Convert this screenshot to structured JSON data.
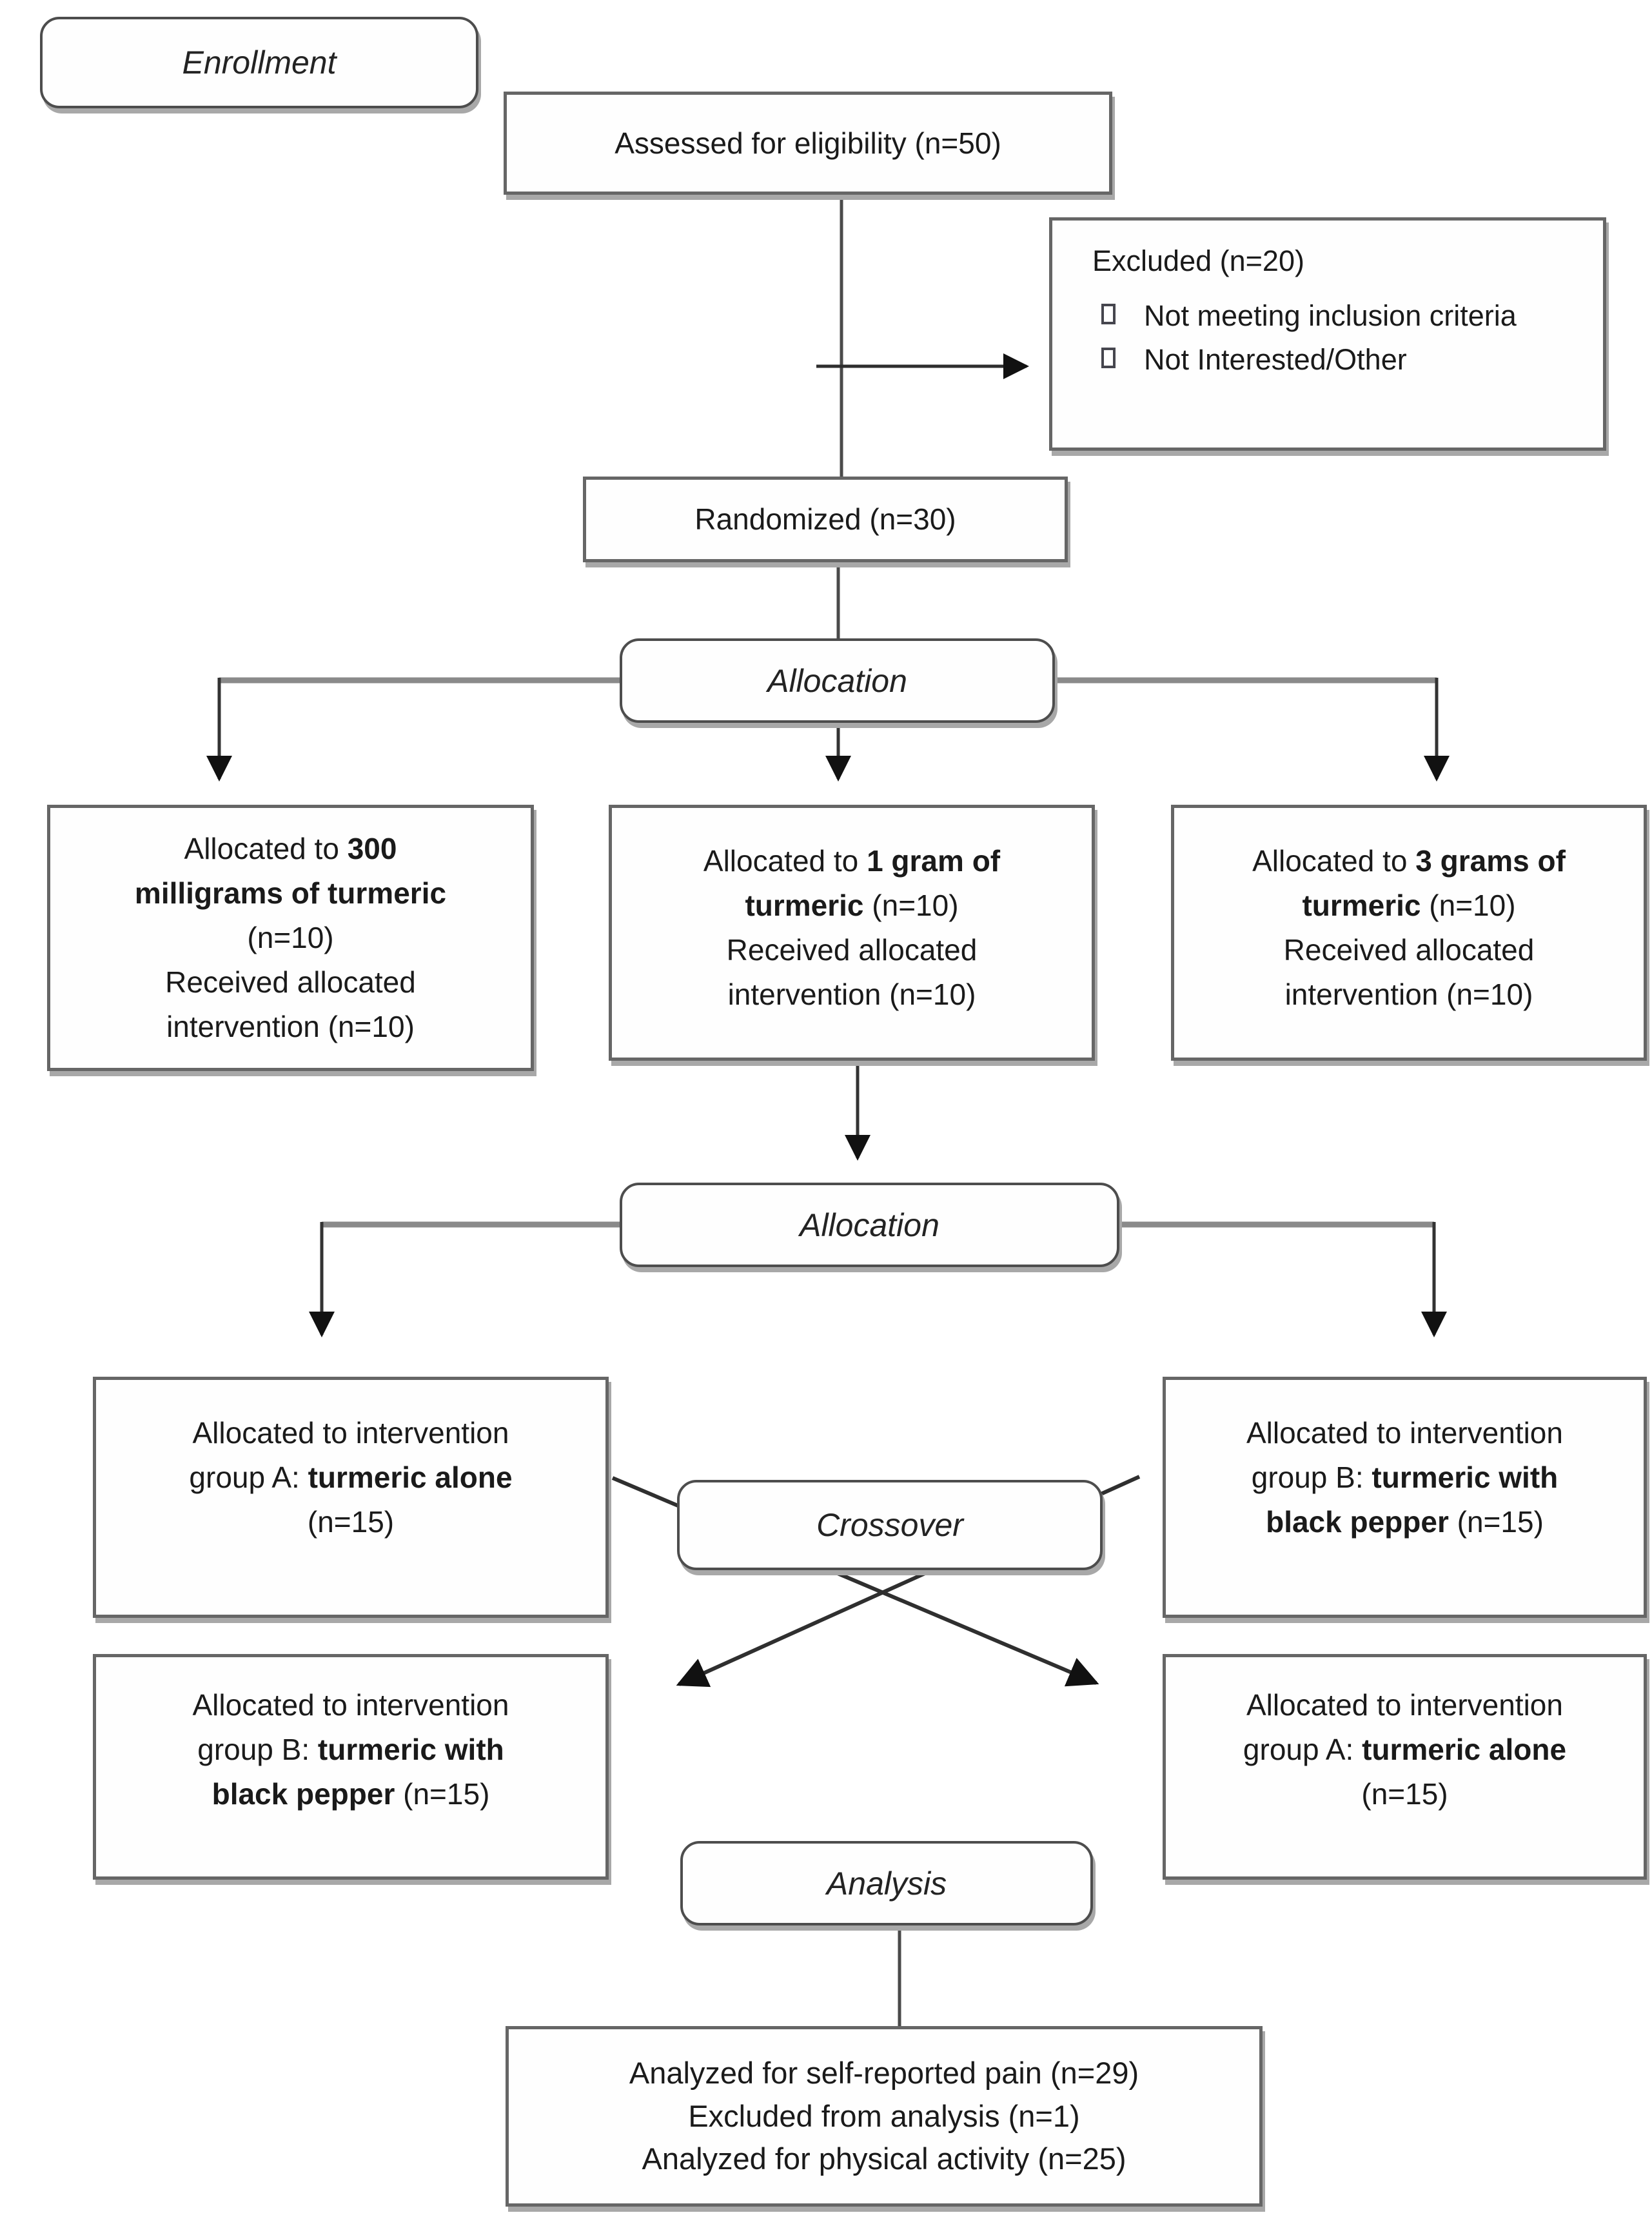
{
  "stages": {
    "enrollment": "Enrollment",
    "allocation_first": "Allocation",
    "allocation_second": "Allocation",
    "crossover": "Crossover",
    "analysis": "Analysis"
  },
  "boxes": {
    "assessed": "Assessed for eligibility (n=50)",
    "randomized": "Randomized (n=30)",
    "excluded": {
      "title": "Excluded (n=20)",
      "bullets": [
        "Not meeting inclusion criteria",
        "Not Interested/Other"
      ]
    },
    "alloc_300mg": {
      "lines": [
        [
          {
            "t": "Allocated to ",
            "b": false
          },
          {
            "t": "300",
            "b": true
          }
        ],
        [
          {
            "t": "milligrams of turmeric",
            "b": true
          }
        ],
        [
          {
            "t": "(n=10)",
            "b": false
          }
        ],
        [
          {
            "t": "Received allocated",
            "b": false
          }
        ],
        [
          {
            "t": "intervention (n=10)",
            "b": false
          }
        ]
      ]
    },
    "alloc_1g": {
      "lines": [
        [
          {
            "t": "Allocated to ",
            "b": false
          },
          {
            "t": "1 gram of",
            "b": true
          }
        ],
        [
          {
            "t": "turmeric",
            "b": true
          },
          {
            "t": " (n=10)",
            "b": false
          }
        ],
        [
          {
            "t": "Received allocated",
            "b": false
          }
        ],
        [
          {
            "t": "intervention (n=10)",
            "b": false
          }
        ]
      ]
    },
    "alloc_3g": {
      "lines": [
        [
          {
            "t": "Allocated to ",
            "b": false
          },
          {
            "t": "3 grams of",
            "b": true
          }
        ],
        [
          {
            "t": "turmeric",
            "b": true
          },
          {
            "t": " (n=10)",
            "b": false
          }
        ],
        [
          {
            "t": "Received allocated",
            "b": false
          }
        ],
        [
          {
            "t": "intervention (n=10)",
            "b": false
          }
        ]
      ]
    },
    "group_a_first": {
      "lines": [
        [
          {
            "t": "Allocated to intervention",
            "b": false
          }
        ],
        [
          {
            "t": "group A: ",
            "b": false
          },
          {
            "t": "turmeric alone",
            "b": true
          }
        ],
        [
          {
            "t": "(n=15)",
            "b": false
          }
        ]
      ]
    },
    "group_b_first": {
      "lines": [
        [
          {
            "t": "Allocated to intervention",
            "b": false
          }
        ],
        [
          {
            "t": "group B: ",
            "b": false
          },
          {
            "t": "turmeric with",
            "b": true
          }
        ],
        [
          {
            "t": "black pepper",
            "b": true
          },
          {
            "t": " (n=15)",
            "b": false
          }
        ]
      ]
    },
    "group_b_second": {
      "lines": [
        [
          {
            "t": "Allocated to intervention",
            "b": false
          }
        ],
        [
          {
            "t": "group B: ",
            "b": false
          },
          {
            "t": "turmeric with",
            "b": true
          }
        ],
        [
          {
            "t": "black pepper",
            "b": true
          },
          {
            "t": " (n=15)",
            "b": false
          }
        ]
      ]
    },
    "group_a_second": {
      "lines": [
        [
          {
            "t": "Allocated to intervention",
            "b": false
          }
        ],
        [
          {
            "t": "group A: ",
            "b": false
          },
          {
            "t": "turmeric alone",
            "b": true
          }
        ],
        [
          {
            "t": "(n=15)",
            "b": false
          }
        ]
      ]
    },
    "analyzed": {
      "lines": [
        [
          {
            "t": "Analyzed for self-reported pain (n=29)",
            "b": false
          }
        ],
        [
          {
            "t": "Excluded from analysis (n=1)",
            "b": false
          }
        ],
        [
          {
            "t": "Analyzed for physical activity (n=25)",
            "b": false
          }
        ]
      ]
    }
  },
  "colors": {
    "box_border": "#666666",
    "header_border": "#4d4d4d",
    "shadow": "#a8a8a8",
    "connector_dark": "#3a3a3a",
    "branch_line": "#8a8a8a",
    "arrowhead": "#111111",
    "text": "#1a1a1a"
  }
}
